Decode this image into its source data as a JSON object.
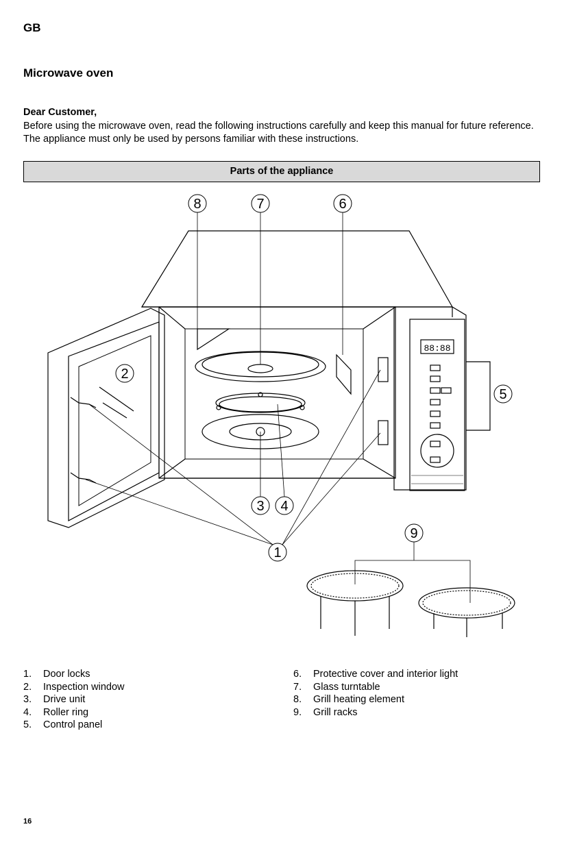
{
  "header": {
    "lang": "GB"
  },
  "title": "Microwave oven",
  "greeting": "Dear Customer,",
  "intro": "Before using the microwave oven, read the following instructions carefully and keep this manual for future reference. The appliance must only be used by persons familiar with these instructions.",
  "section_header": "Parts of the appliance",
  "diagram": {
    "callouts": [
      "1",
      "2",
      "3",
      "4",
      "5",
      "6",
      "7",
      "8",
      "9"
    ],
    "display": "88:88"
  },
  "parts_left": [
    {
      "num": "1.",
      "label": "Door locks"
    },
    {
      "num": "2.",
      "label": "Inspection window"
    },
    {
      "num": "3.",
      "label": "Drive unit"
    },
    {
      "num": "4.",
      "label": "Roller ring"
    },
    {
      "num": "5.",
      "label": "Control panel"
    }
  ],
  "parts_right": [
    {
      "num": "6.",
      "label": "Protective cover and interior light"
    },
    {
      "num": "7.",
      "label": "Glass turntable"
    },
    {
      "num": "8.",
      "label": "Grill heating element"
    },
    {
      "num": "9.",
      "label": "Grill racks"
    }
  ],
  "page_number": "16"
}
